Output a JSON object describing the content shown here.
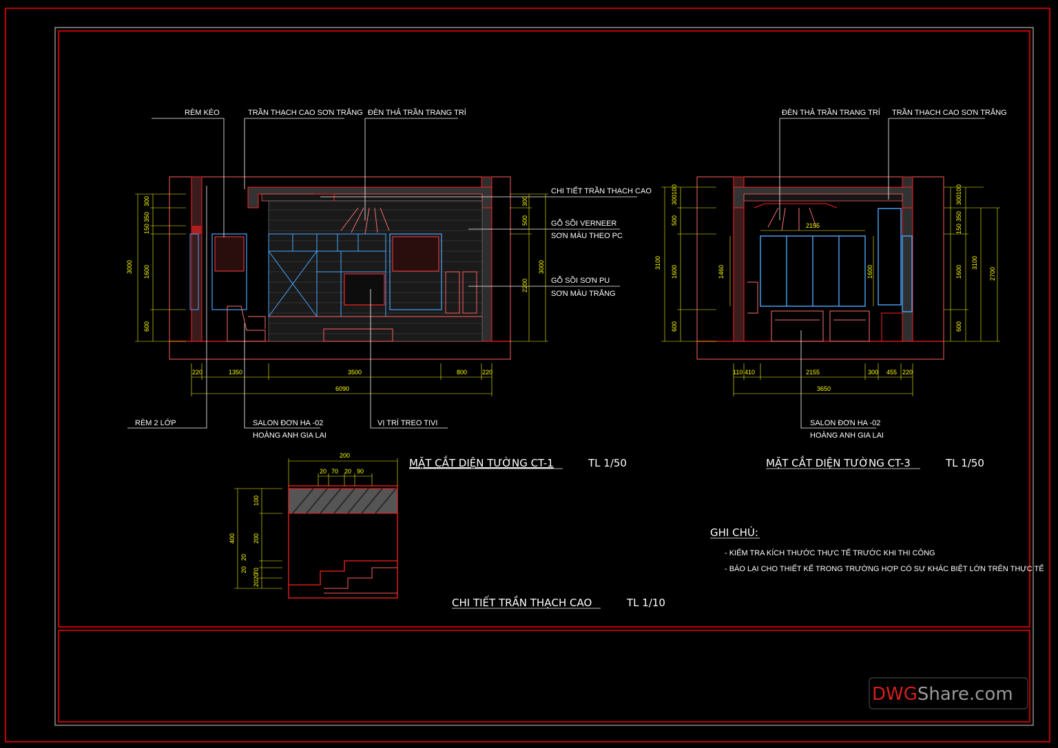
{
  "labels": {
    "rem_keo": "RÈM KÉO",
    "tran_thach_cao_son_trang_1": "TRẦN THẠCH CAO SƠN TRẮNG",
    "den_tha_tran_1": "ĐÈN THẢ TRẦN TRANG TRÍ",
    "chi_tiet_tran": "CHI TIẾT TRẦN THẠCH CAO",
    "go_soi_verneer": "GỖ SỒI VERNEER",
    "son_mau_theo_pc": "SƠN MÀU THEO PC",
    "go_soi_son_pu": "GỖ SỒI SƠN PU",
    "son_mau_trang": "SƠN MÀU TRẮNG",
    "rem_2_lop": "RÈM 2 LỚP",
    "salon_1": "SALON ĐƠN HA -02",
    "hoang_anh_1": "HOÀNG ANH GIA LAI",
    "vi_tri_treo_tivi": "VỊ TRÍ TREO TIVI",
    "den_tha_tran_2": "ĐÈN THẢ TRẦN TRANG TRÍ",
    "tran_thach_cao_son_trang_2": "TRẦN THẠCH CAO SƠN TRẮNG",
    "salon_2": "SALON ĐƠN HA -02",
    "hoang_anh_2": "HOÀNG ANH GIA LAI"
  },
  "titles": {
    "ct1": "MẶT CẮT DIỆN TƯỜNG CT-1",
    "ct1_scale": "TL 1/50",
    "ct3": "MẶT CẮT DIỆN TƯỜNG CT-3",
    "ct3_scale": "TL 1/50",
    "detail": "CHI TIẾT TRẦN THẠCH CAO",
    "detail_scale": "TL 1/10"
  },
  "notes": {
    "heading": "GHI CHÚ:",
    "line1": "- KIỂM TRA KÍCH THƯỚC THỰC TẾ TRƯỚC KHI THI CÔNG",
    "line2": "- BÁO LẠI CHO THIẾT KẾ TRONG TRƯỜNG HỢP CÓ SỰ KHÁC BIỆT LỚN TRÊN THỰC TẾ"
  },
  "dims_ct1": {
    "left_total": "3000",
    "l300": "300",
    "l350": "350",
    "l150": "150",
    "l1600": "1600",
    "l600": "600",
    "r300": "300",
    "r500": "500",
    "r2200": "2200",
    "r3000": "3000",
    "b220a": "220",
    "b1350": "1350",
    "b3500": "3500",
    "b800": "800",
    "b220b": "220",
    "b6090": "6090"
  },
  "dims_ct3": {
    "l3100": "3100",
    "l300": "300",
    "l100": "100",
    "l500": "500",
    "l1600": "1600",
    "l600": "600",
    "in1460": "1460",
    "in1600": "1600",
    "in2155": "2155",
    "r300": "300",
    "r100": "100",
    "r150": "150",
    "r350": "350",
    "r1600": "1600",
    "r600": "600",
    "r3100": "3100",
    "r2700": "2700",
    "b110": "110",
    "b410": "410",
    "b2155": "2155",
    "b300": "300",
    "b455": "455",
    "b220": "220",
    "b3650": "3650"
  },
  "dims_detail": {
    "top200": "200",
    "t20a": "20",
    "t70": "70",
    "t20b": "20",
    "t90": "90",
    "l400": "400",
    "l100": "100",
    "l200": "200",
    "l20a": "20",
    "l20b": "20",
    "l70": "70",
    "l2020": "2020"
  },
  "watermark": {
    "dwg": "DWG",
    "share": "Share.com"
  },
  "colors": {
    "frame": "#ff0000",
    "wall": "#ff2020",
    "glass": "#4aa8ff",
    "dim": "#ffff00",
    "line": "#ffffff",
    "hatch": "#9a9a9a"
  }
}
